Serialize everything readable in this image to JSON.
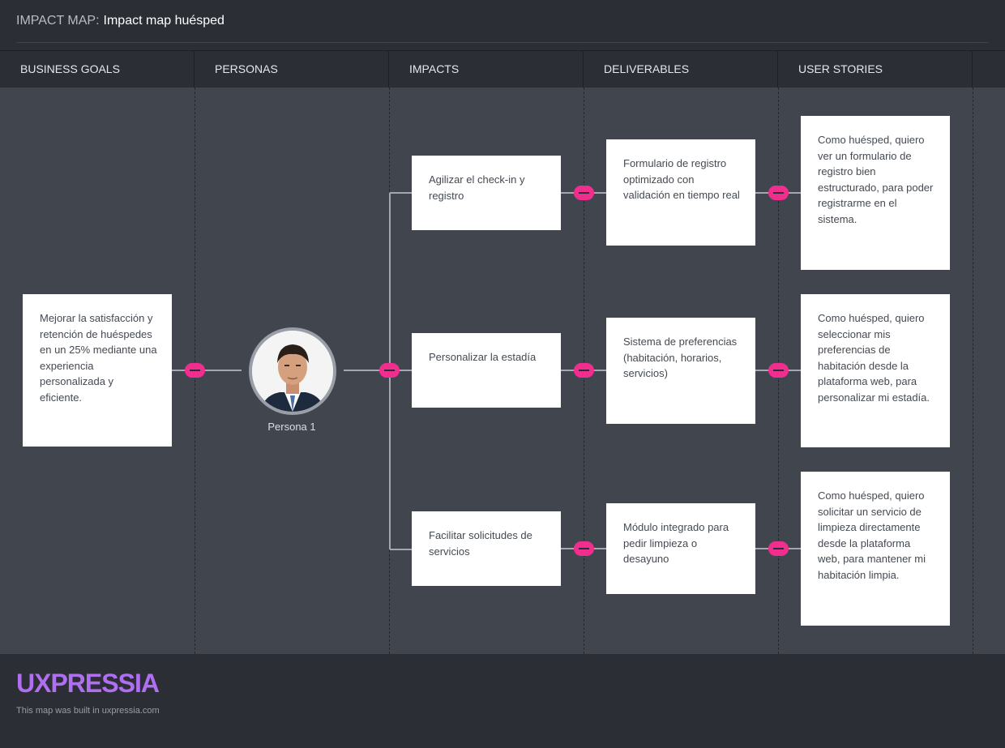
{
  "header": {
    "prefix": "IMPACT MAP:",
    "title": "Impact map huésped"
  },
  "columns": [
    "BUSINESS GOALS",
    "PERSONAS",
    "IMPACTS",
    "DELIVERABLES",
    "USER STORIES"
  ],
  "goal": {
    "text": "Mejorar la satisfacción y retención de huéspedes en un 25% mediante una experiencia personalizada y eficiente."
  },
  "persona": {
    "name": "Persona 1",
    "icon": "avatar-photo"
  },
  "impacts": [
    {
      "text": "Agilizar el check-in y registro"
    },
    {
      "text": "Personalizar la estadía"
    },
    {
      "text": "Facilitar solicitudes de servicios"
    }
  ],
  "deliverables": [
    {
      "text": "Formulario de registro optimizado con validación en tiempo real"
    },
    {
      "text": "Sistema de preferencias (habitación, horarios, servicios)"
    },
    {
      "text": "Módulo integrado para pedir limpieza o desayuno"
    }
  ],
  "user_stories": [
    {
      "text": "Como huésped, quiero ver un formulario de registro bien estructurado, para poder registrarme en el sistema."
    },
    {
      "text": "Como huésped, quiero seleccionar mis preferencias de habitación desde la plataforma web, para personalizar mi estadía."
    },
    {
      "text": "Como huésped, quiero solicitar un servicio de limpieza directamente desde la plataforma web, para mantener mi habitación limpia."
    }
  ],
  "footer": {
    "logo": "UXPRESSIA",
    "credit": "This map was built in uxpressia.com"
  },
  "colors": {
    "background": "#2b2e35",
    "canvas": "#41454d",
    "accent": "#f12d8e",
    "logo": "#b06ef1",
    "card": "#ffffff"
  }
}
